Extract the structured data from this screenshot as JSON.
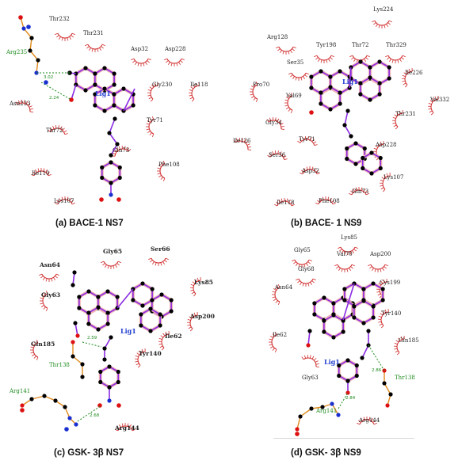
{
  "panels": [
    {
      "caption": "(a) BACE-1 NS7",
      "ligand_label": "Lig1",
      "residues": [
        "Thr232",
        "Thr231",
        "Asp32",
        "Asp228",
        "Arg235",
        "Gly230",
        "Ile118",
        "Asn233",
        "Thr72",
        "Tyr71",
        "Gln73",
        "Phe108",
        "Ile110",
        "Lys107"
      ],
      "hbond_residues": [
        "Arg235"
      ],
      "hbond_distances": [
        "3.02",
        "2.24"
      ]
    },
    {
      "caption": "(b) BACE- 1 NS9",
      "ligand_label": "Lig1",
      "residues": [
        "Lys224",
        "Arg128",
        "Tyr198",
        "Thr72",
        "Thr329",
        "Ser35",
        "Pro70",
        "Ile226",
        "Val69",
        "Val332",
        "Thr231",
        "Gly34",
        "Ile126",
        "Tyr71",
        "Asp228",
        "Ser36",
        "Lys107",
        "Asp32",
        "Gln73",
        "Phe108",
        "Ile118"
      ],
      "hbond_residues": [],
      "hbond_distances": []
    },
    {
      "caption": "(c) GSK- 3β NS7",
      "ligand_label": "Lig1",
      "residues": [
        "Gly65",
        "Ser66",
        "Asn64",
        "Lys85",
        "Gly63",
        "Asp200",
        "Ile62",
        "Gln185",
        "Thr138",
        "Tyr140",
        "Arg141",
        "Arg144"
      ],
      "hbond_residues": [
        "Thr138",
        "Arg141"
      ],
      "hbond_distances": [
        "2.59",
        "2.68"
      ]
    },
    {
      "caption": "(d) GSK- 3β NS9",
      "ligand_label": "Lig1",
      "residues": [
        "Lys85",
        "Gly65",
        "Val70",
        "Asp200",
        "Gly68",
        "Asn64",
        "Cys199",
        "Tyr140",
        "Ile62",
        "Gln185",
        "Gly63",
        "Thr138",
        "Arg141",
        "Arg144"
      ],
      "hbond_residues": [
        "Thr138",
        "Arg141"
      ],
      "hbond_distances": [
        "2.86",
        "2.84"
      ]
    }
  ],
  "colors": {
    "arc": "#d02a2a",
    "bond": "#8a2be2",
    "hbond": "#1d8a1d",
    "ligand_label": "#2340d0",
    "atom_carbon": "#000000",
    "atom_oxygen": "#dd1111",
    "atom_nitrogen": "#1a2fd0",
    "residue_chain": "#e08a1c"
  }
}
